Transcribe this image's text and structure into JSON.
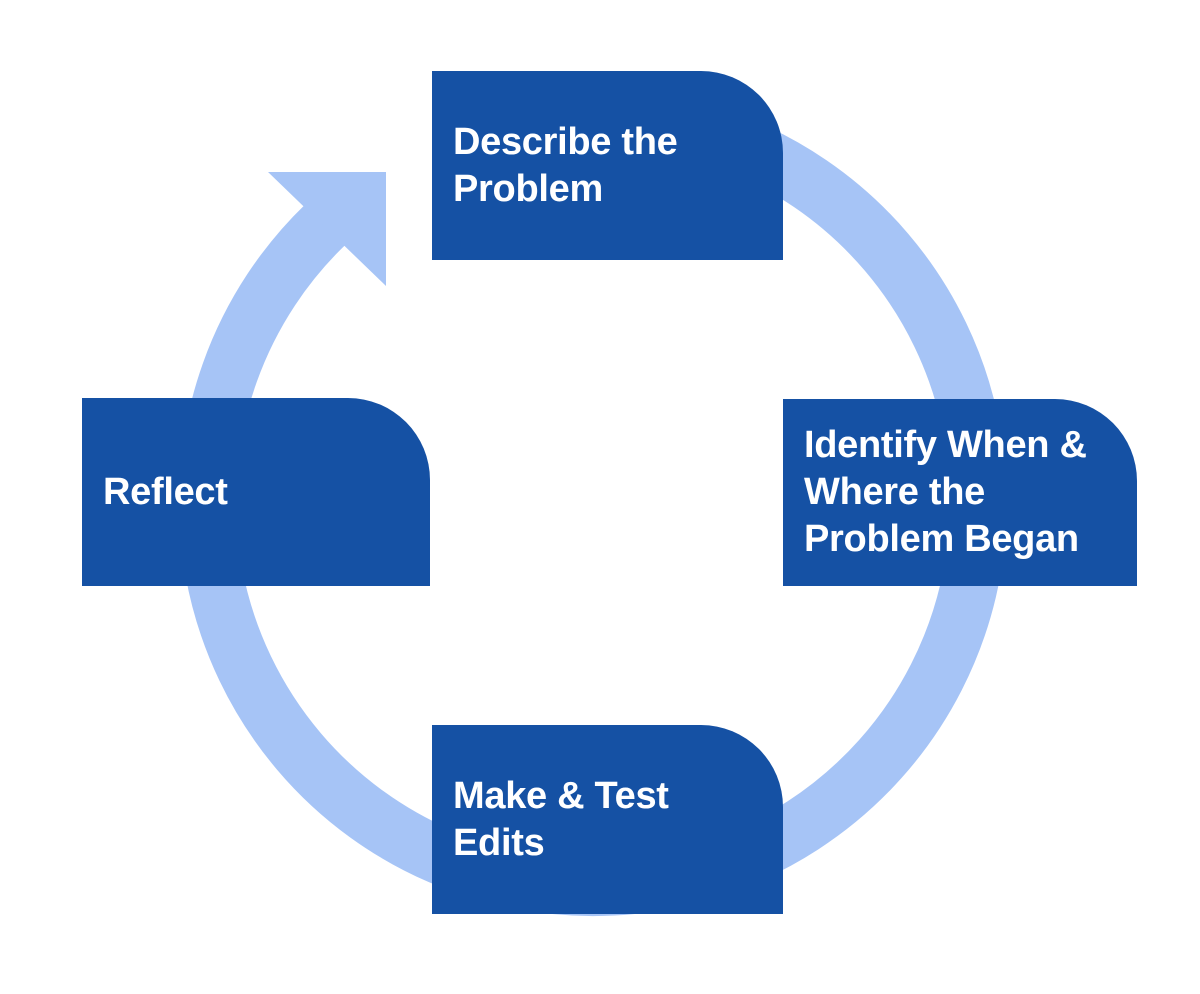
{
  "diagram": {
    "type": "cycle",
    "flow_direction": "clockwise",
    "colors": {
      "step_box": "#1551A4",
      "arrow_band": "#A6C4F6",
      "label_text": "#FFFFFF",
      "background": "#FFFFFF"
    },
    "steps": [
      {
        "id": "describe-problem",
        "position": "top",
        "label": "Describe the\nProblem"
      },
      {
        "id": "identify-when-where",
        "position": "right",
        "label": "Identify When &\nWhere the\nProblem Began"
      },
      {
        "id": "make-test-edits",
        "position": "bottom",
        "label": "Make & Test\nEdits"
      },
      {
        "id": "reflect",
        "position": "left",
        "label": "Reflect"
      }
    ]
  }
}
